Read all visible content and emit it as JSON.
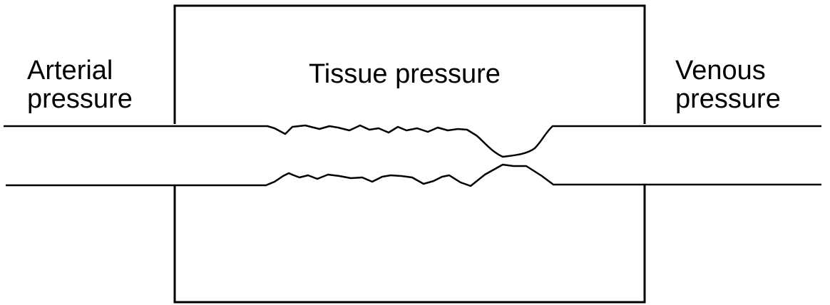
{
  "labels": {
    "arterial": [
      "Arterial",
      "pressure"
    ],
    "tissue": "Tissue pressure",
    "venous": [
      "Venous",
      "pressure"
    ]
  },
  "colors": {
    "stroke": "#000000",
    "background": "#ffffff"
  }
}
